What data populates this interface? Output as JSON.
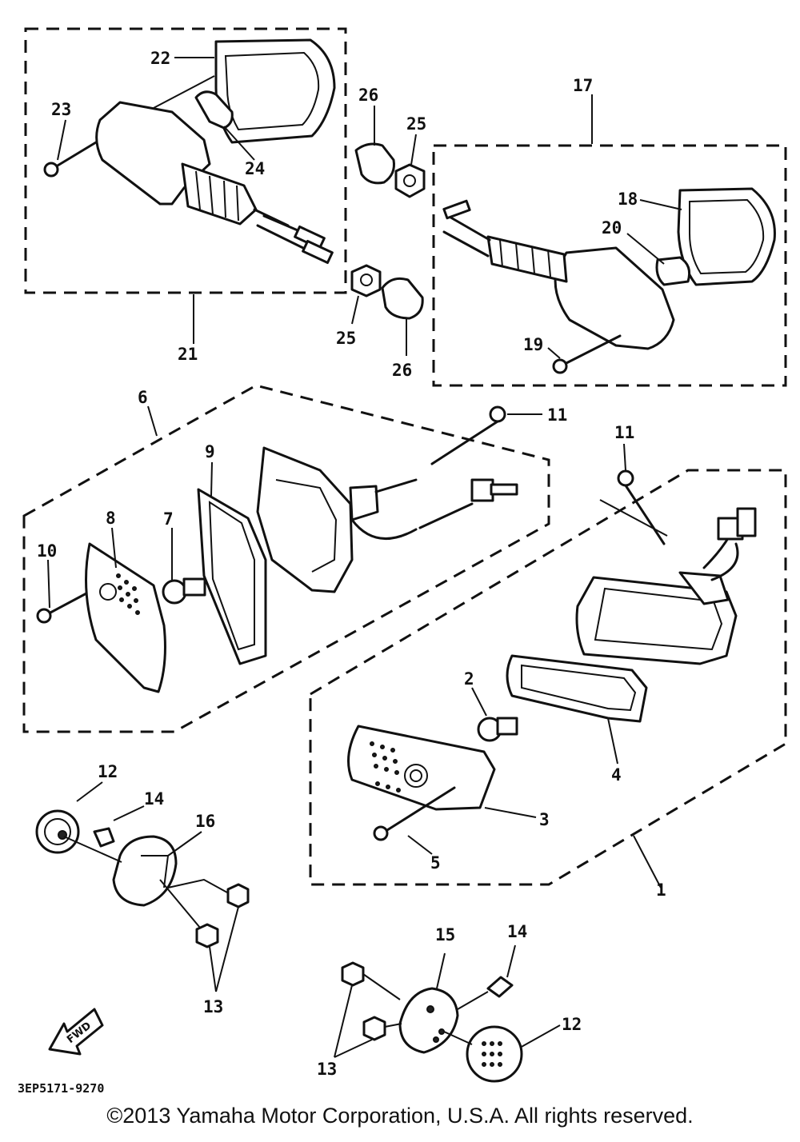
{
  "diagram": {
    "labels": [
      "1",
      "2",
      "3",
      "4",
      "5",
      "6",
      "7",
      "8",
      "9",
      "10",
      "11",
      "11",
      "12",
      "12",
      "13",
      "13",
      "14",
      "14",
      "15",
      "16",
      "17",
      "18",
      "19",
      "20",
      "21",
      "22",
      "23",
      "24",
      "25",
      "25",
      "26",
      "26"
    ],
    "drawing_code": "3EP5171-9270",
    "fwd_label": "FWD"
  },
  "footer": {
    "copyright": "©2013 Yamaha Motor Corporation, U.S.A. All rights reserved."
  }
}
